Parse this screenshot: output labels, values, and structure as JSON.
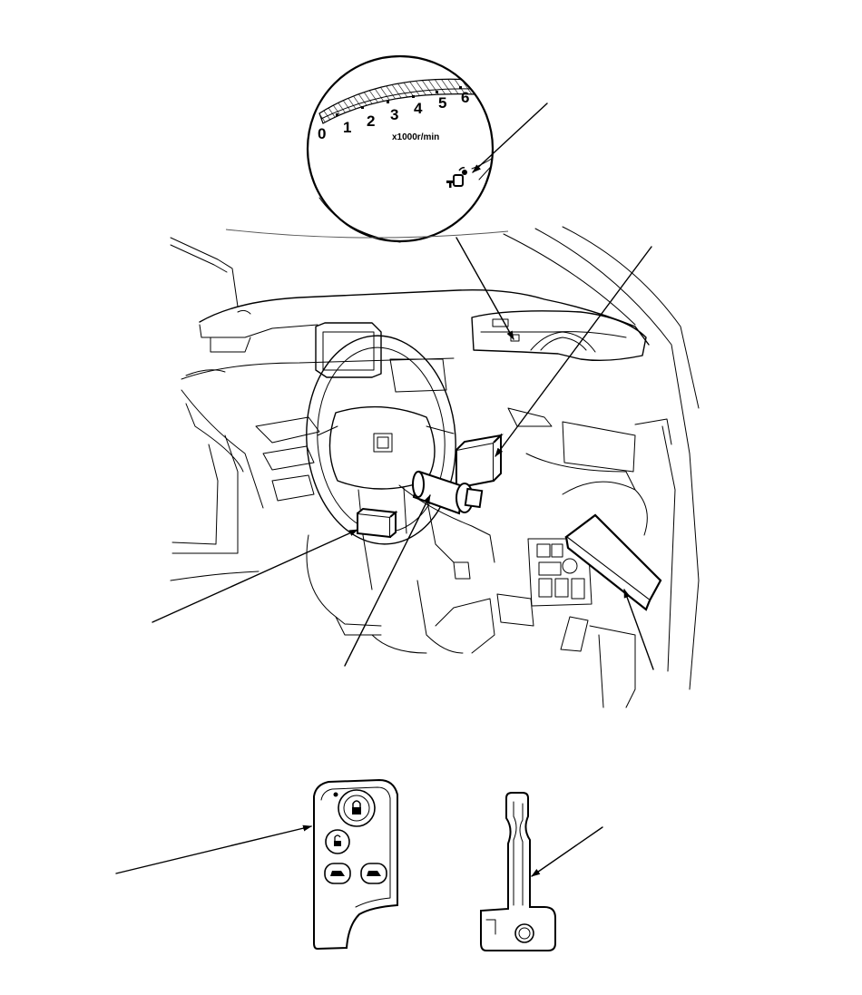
{
  "gauge": {
    "tick_labels": [
      "0",
      "1",
      "2",
      "3",
      "4",
      "5",
      "6"
    ],
    "unit_label": "x1000r/min"
  },
  "colors": {
    "line": "#000000",
    "background": "#ffffff"
  }
}
